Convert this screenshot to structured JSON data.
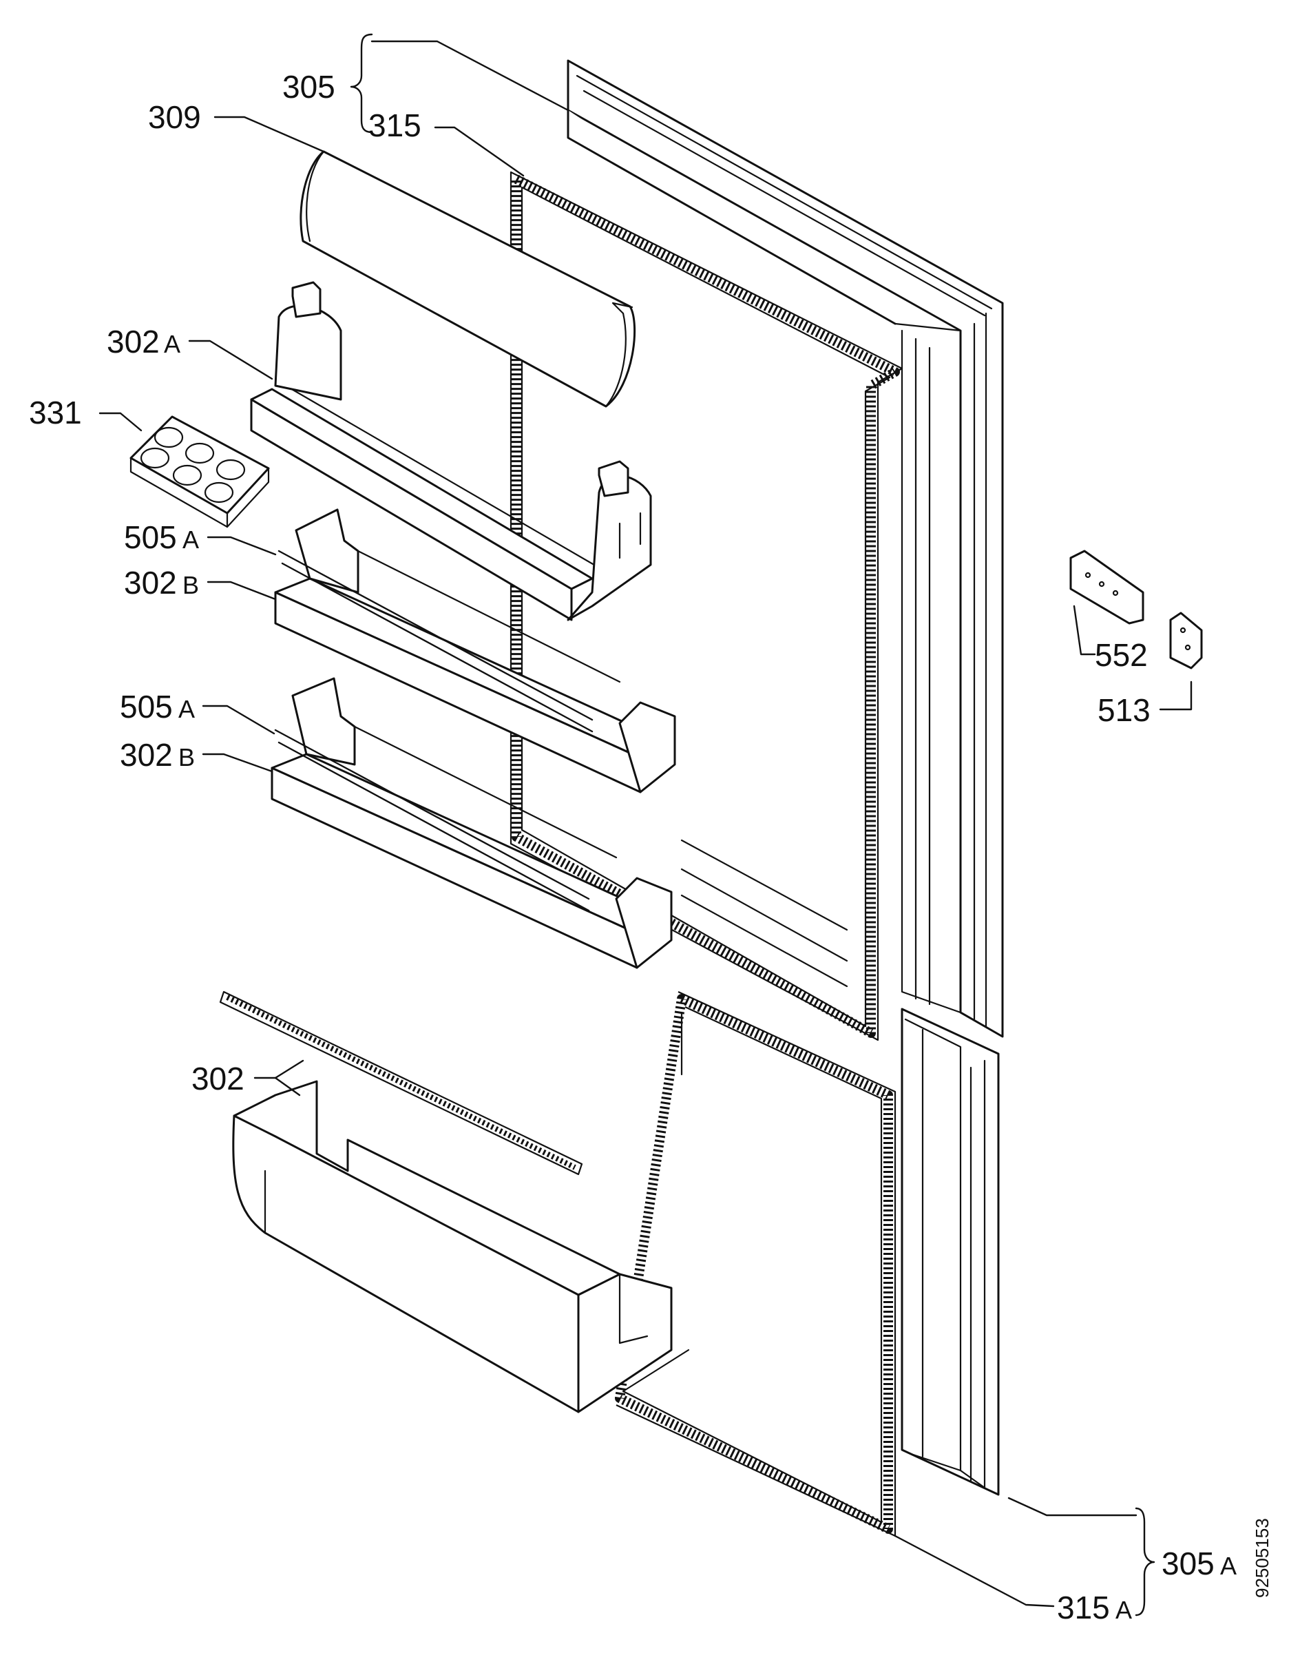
{
  "diagram": {
    "callouts": [
      {
        "id": "c305",
        "text": "305",
        "suffix": ""
      },
      {
        "id": "c315",
        "text": "315",
        "suffix": ""
      },
      {
        "id": "c309",
        "text": "309",
        "suffix": ""
      },
      {
        "id": "c302a",
        "text": "302",
        "suffix": "A"
      },
      {
        "id": "c331",
        "text": "331",
        "suffix": ""
      },
      {
        "id": "c505a1",
        "text": "505",
        "suffix": "A"
      },
      {
        "id": "c302b1",
        "text": "302",
        "suffix": "B"
      },
      {
        "id": "c505a2",
        "text": "505",
        "suffix": "A"
      },
      {
        "id": "c302b2",
        "text": "302",
        "suffix": "B"
      },
      {
        "id": "c302",
        "text": "302",
        "suffix": ""
      },
      {
        "id": "c552",
        "text": "552",
        "suffix": ""
      },
      {
        "id": "c513",
        "text": "513",
        "suffix": ""
      },
      {
        "id": "c305a",
        "text": "305",
        "suffix": "A"
      },
      {
        "id": "c315a",
        "text": "315",
        "suffix": "A"
      }
    ],
    "document_number": "92505153"
  }
}
